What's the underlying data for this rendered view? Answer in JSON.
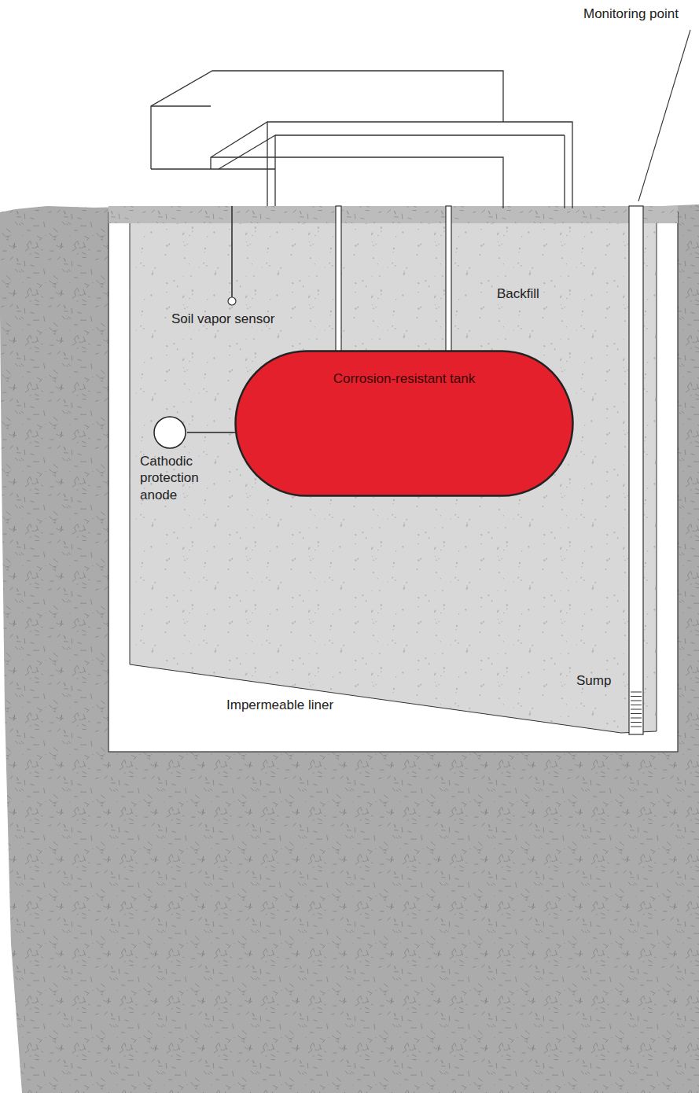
{
  "diagram": {
    "nodes": [
      {
        "text": [
          "Corrosion-resistant tank"
        ]
      },
      {
        "text": [
          "Cathodic protection anode"
        ]
      }
    ],
    "edges": [
      {
        "from": 1,
        "to": 0,
        "arrow": "none"
      }
    ],
    "labels": [
      "Monitoring point",
      "Backfill",
      "Soil vapor sensor",
      "Sump",
      "Impermeable liner"
    ]
  }
}
